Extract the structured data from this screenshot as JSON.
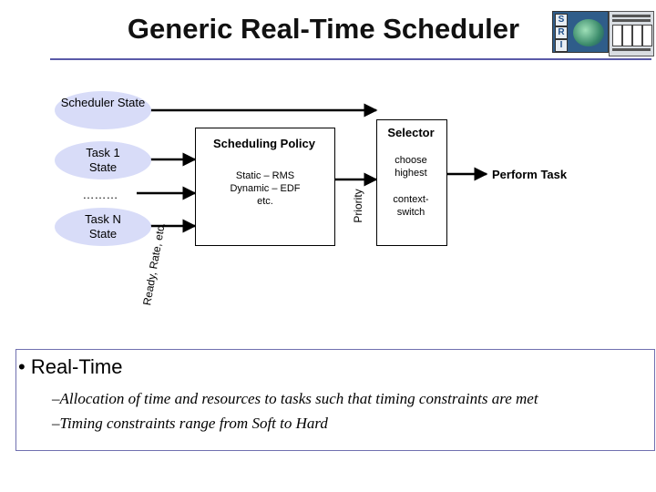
{
  "header": {
    "title": "Generic Real-Time Scheduler",
    "logo_left_letters": [
      "S",
      "R",
      "I"
    ]
  },
  "diagram": {
    "states": [
      "Scheduler State",
      "Task 1 State",
      "Task N State"
    ],
    "ellipsis": "………",
    "ready_label": "Ready, Rate, etc.",
    "policy_title": "Scheduling Policy",
    "policy_text": [
      "Static – RMS",
      "Dynamic – EDF",
      "etc."
    ],
    "priority_label": "Priority",
    "selector_title": "Selector",
    "selector_items": [
      "choose highest",
      "context-switch"
    ],
    "selector_item_lines": [
      [
        "choose",
        "highest"
      ],
      [
        "context-",
        "switch"
      ]
    ],
    "output_label": "Perform Task",
    "colors": {
      "oval_fill": "#d8dcf8",
      "rule": "#5a5aa8",
      "frame": "#7070b0"
    }
  },
  "body": {
    "bullet": "• Real-Time",
    "points": [
      "–Allocation of time and resources to tasks such that timing constraints are met",
      "–Timing constraints range from Soft to Hard"
    ]
  }
}
